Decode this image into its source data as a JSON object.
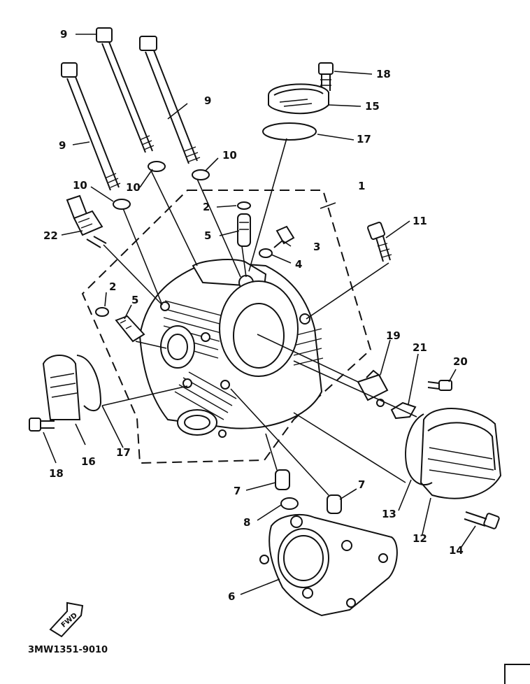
{
  "diagram": {
    "part_code": "3MW1351-9010",
    "fwd_label": "FWD",
    "callouts": {
      "c1": "1",
      "c2a": "2",
      "c2b": "2",
      "c3": "3",
      "c4": "4",
      "c5a": "5",
      "c5b": "5",
      "c6": "6",
      "c7a": "7",
      "c7b": "7",
      "c8": "8",
      "c9a": "9",
      "c9b": "9",
      "c9c": "9",
      "c10a": "10",
      "c10b": "10",
      "c10c": "10",
      "c11": "11",
      "c12": "12",
      "c13": "13",
      "c14": "14",
      "c15": "15",
      "c16": "16",
      "c17a": "17",
      "c17b": "17",
      "c18a": "18",
      "c18b": "18",
      "c19": "19",
      "c20": "20",
      "c21": "21",
      "c22": "22"
    }
  }
}
